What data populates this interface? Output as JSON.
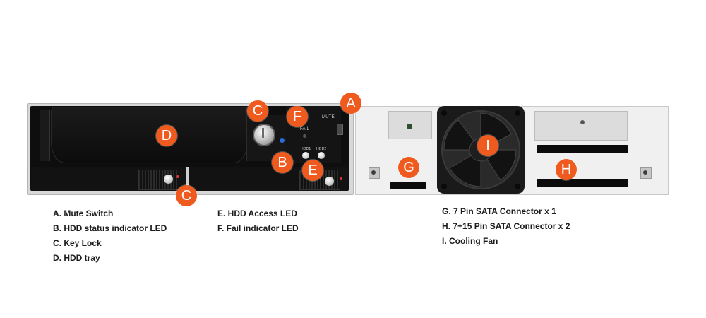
{
  "front_panel": {
    "fail_label": "FAIL",
    "mute_label": "MUTE",
    "hdd1_label": "HDD1",
    "hdd2_label": "HDD2"
  },
  "callouts": {
    "A": "A",
    "B": "B",
    "C_top": "C",
    "C_bottom": "C",
    "D": "D",
    "E": "E",
    "F": "F",
    "G": "G",
    "H": "H",
    "I": "I"
  },
  "legend_left": [
    "A. Mute Switch",
    "B. HDD status indicator LED",
    "C. Key Lock",
    "D. HDD tray"
  ],
  "legend_middle": [
    "E. HDD Access LED",
    "F. Fail indicator LED"
  ],
  "legend_right": [
    "G. 7 Pin SATA Connector x 1",
    "H. 7+15 Pin SATA Connector x 2",
    "I. Cooling Fan"
  ],
  "colors": {
    "callout": "#ef5a1f",
    "device_body": "#0e0e0e",
    "back_plate": "#f0f0f0",
    "blue_led": "#2d6bd8",
    "red_led": "#d23434"
  }
}
